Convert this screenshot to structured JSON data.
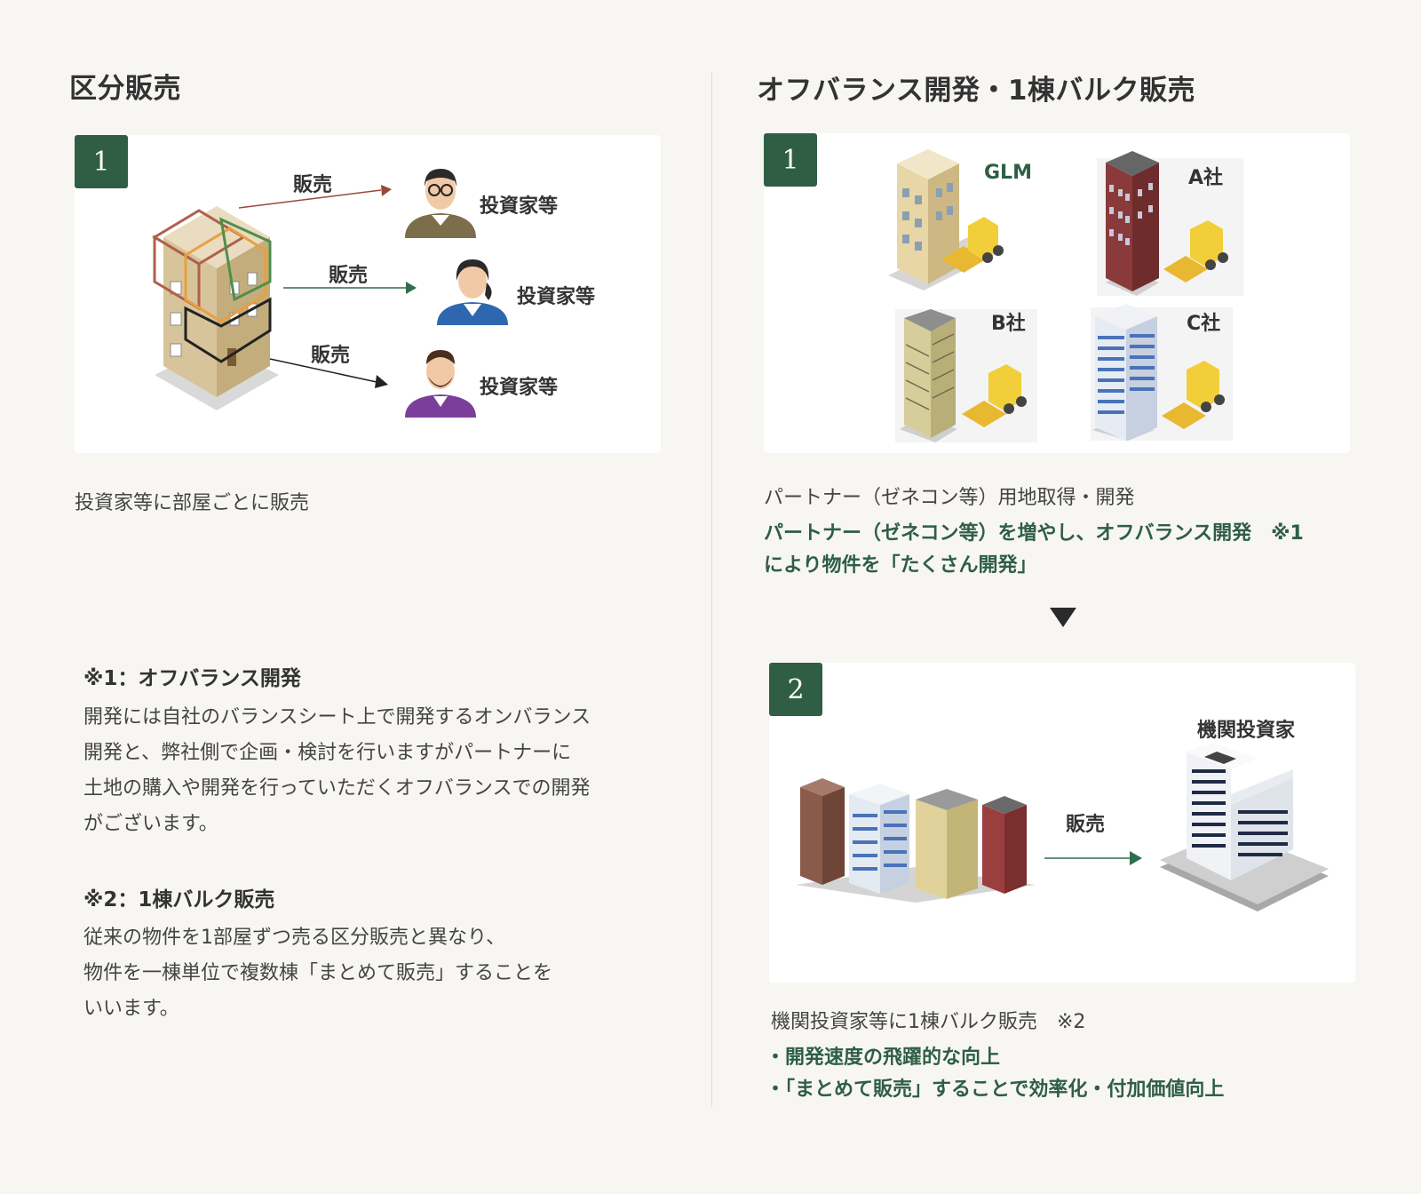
{
  "left": {
    "title": "区分販売",
    "card1": {
      "badge": "1",
      "sales": [
        "販売",
        "販売",
        "販売"
      ],
      "investors": [
        "投資家等",
        "投資家等",
        "投資家等"
      ]
    },
    "caption": "投資家等に部屋ごとに販売",
    "note1": {
      "title": "※1：オフバランス開発",
      "lines": [
        "開発には自社のバランスシート上で開発するオンバランス",
        "開発と、弊社側で企画・検討を行いますがパートナーに",
        "土地の購入や開発を行っていただくオフバランスでの開発",
        "がございます。"
      ]
    },
    "note2": {
      "title": "※2：1棟バルク販売",
      "lines": [
        "従来の物件を1部屋ずつ売る区分販売と異なり、",
        "物件を一棟単位で複数棟「まとめて販売」することを",
        "いいます。"
      ]
    }
  },
  "right": {
    "title": "オフバランス開発・1棟バルク販売",
    "card1": {
      "badge": "1",
      "companies": [
        "GLM",
        "A社",
        "B社",
        "C社"
      ]
    },
    "caption1": "パートナー（ゼネコン等）用地取得・開発",
    "highlight1": {
      "line1": "パートナー（ゼネコン等）を増やし、オフバランス開発　※1",
      "line2": "により物件を「たくさん開発」"
    },
    "card2": {
      "badge": "2",
      "sale": "販売",
      "buyer": "機関投資家"
    },
    "caption2": "機関投資家等に1棟バルク販売　※2",
    "bullets": [
      "・開発速度の飛躍的な向上",
      "・「まとめて販売」することで効率化・付加価値向上"
    ]
  },
  "colors": {
    "accent_green": "#2f5e45",
    "background": "#f7f6f3"
  }
}
